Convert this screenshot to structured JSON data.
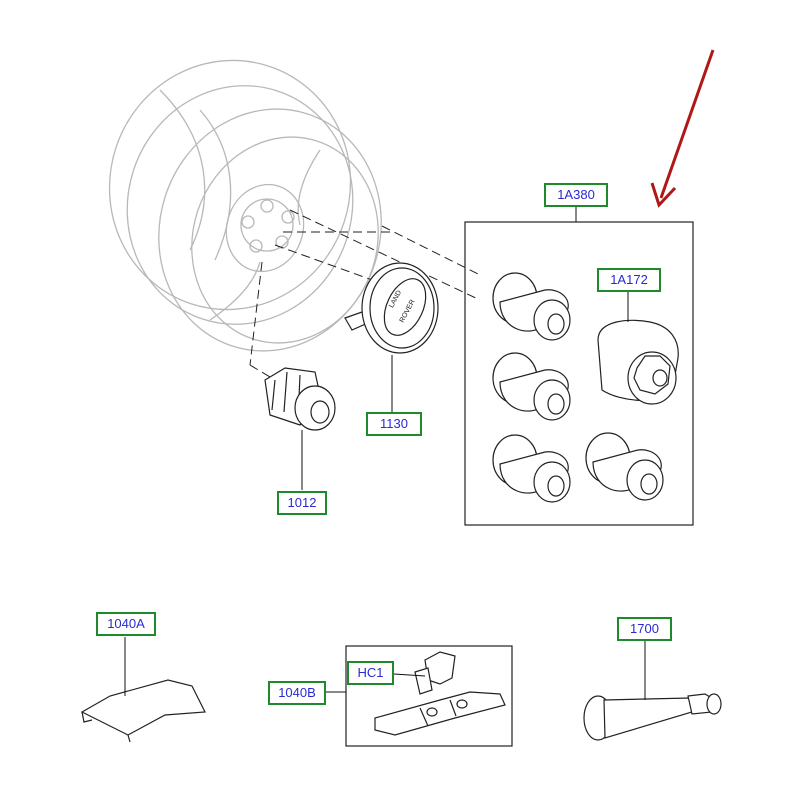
{
  "diagram": {
    "callouts": [
      {
        "id": "1A380",
        "label": "1A380"
      },
      {
        "id": "1A172",
        "label": "1A172"
      },
      {
        "id": "1130",
        "label": "1130"
      },
      {
        "id": "1012",
        "label": "1012"
      },
      {
        "id": "1040A",
        "label": "1040A"
      },
      {
        "id": "1700",
        "label": "1700"
      },
      {
        "id": "HC1",
        "label": "HC1"
      },
      {
        "id": "1040B",
        "label": "1040B"
      }
    ],
    "badge_text_lines": [
      "LAND",
      "ROVER"
    ],
    "colors": {
      "callout_border": "#1f8a2c",
      "callout_text": "#2a2ad0",
      "arrow": "#b01818",
      "wheel_outline": "#b8b8b8"
    }
  }
}
